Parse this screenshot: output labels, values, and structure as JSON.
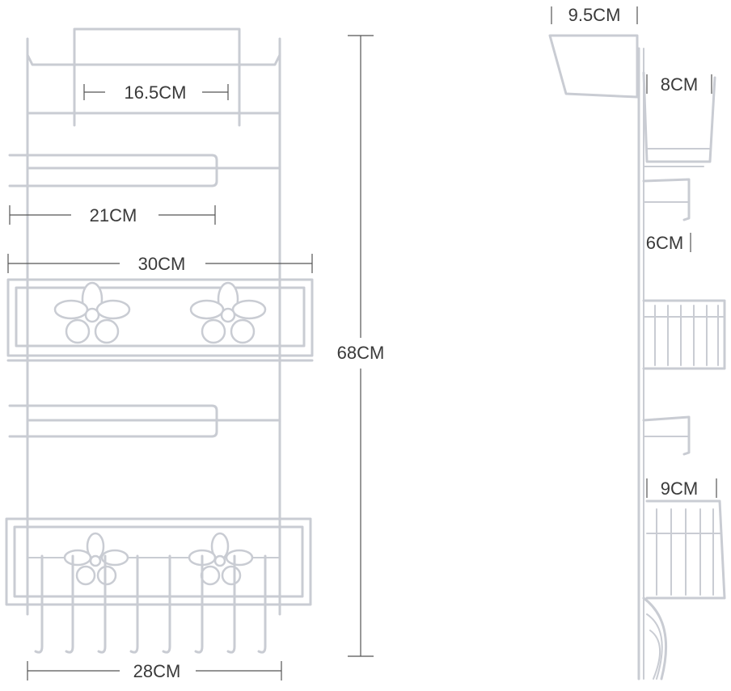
{
  "dimensions": {
    "top_hanger_width": "16.5CM",
    "upper_towel_bar_width": "21CM",
    "shelf_width": "30CM",
    "overall_height": "68CM",
    "bottom_width": "28CM",
    "hanger_depth": "9.5CM",
    "upper_basket_depth": "8CM",
    "middle_depth": "6CM",
    "lower_basket_depth": "9CM"
  },
  "colors": {
    "wire": "#c9ccd3",
    "dimension_line": "#555555",
    "label_text": "#3a3a3a"
  }
}
